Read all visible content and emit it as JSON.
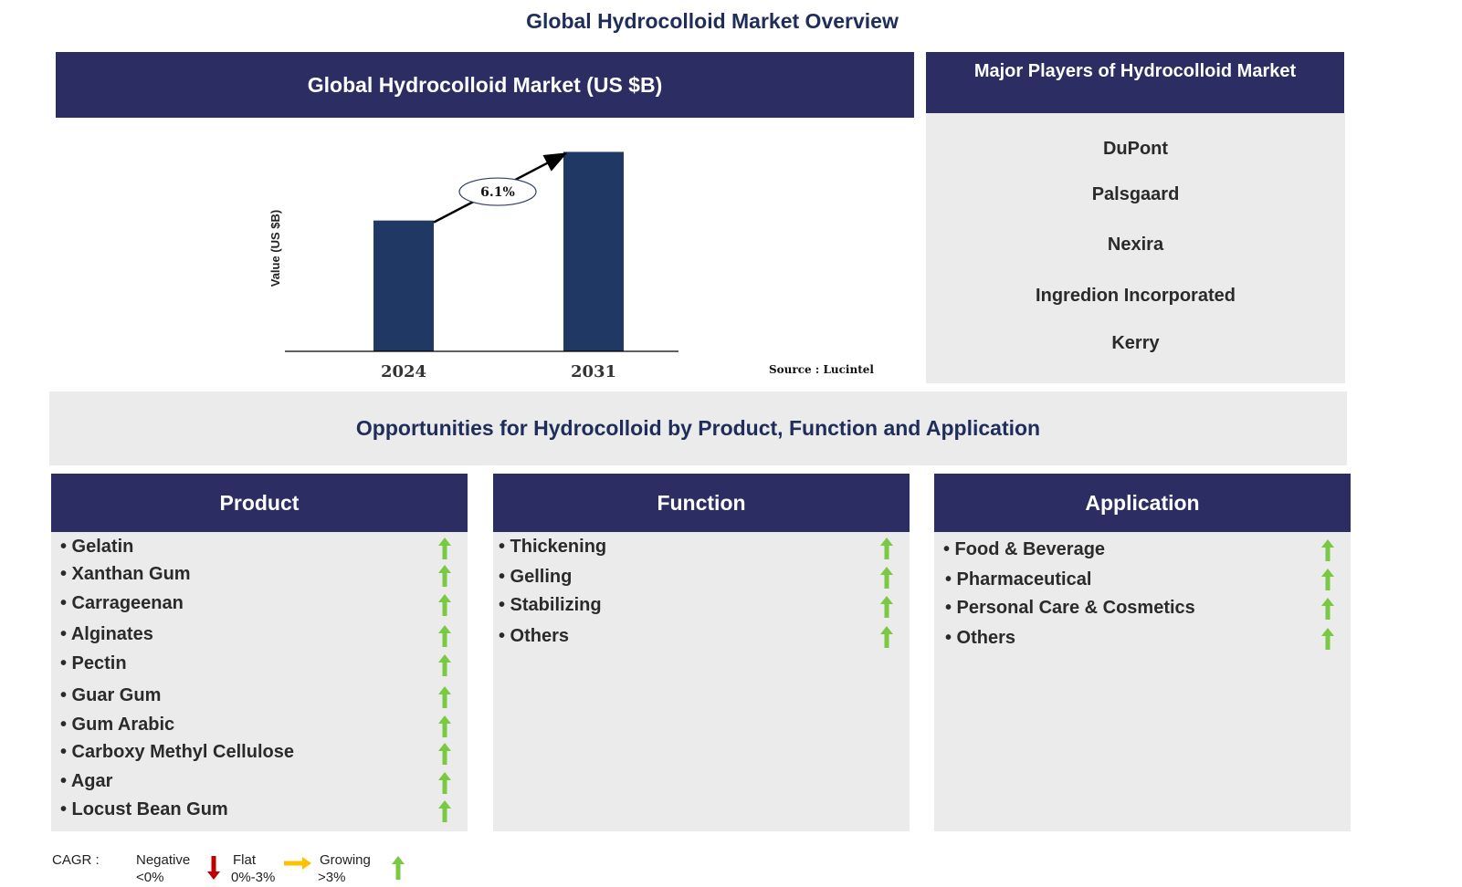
{
  "title": "Global Hydrocolloid Market Overview",
  "market_header": "Global Hydrocolloid Market (US $B)",
  "chart_data": {
    "type": "bar",
    "categories": [
      "2024",
      "2031"
    ],
    "values": [
      6.1,
      9.3
    ],
    "ylabel": "Value (US $B)",
    "ylim": [
      0,
      10
    ],
    "cagr_label": "6.1%",
    "color": "#1f3864",
    "grid": false
  },
  "source": "Source : Lucintel",
  "players": {
    "header": "Major Players of Hydrocolloid Market",
    "items": [
      "DuPont",
      "Palsgaard",
      "Nexira",
      "Ingredion Incorporated",
      "Kerry"
    ]
  },
  "opportunities_title": "Opportunities for Hydrocolloid by Product, Function and Application",
  "columns": [
    {
      "header": "Product",
      "items": [
        "• Gelatin",
        "• Xanthan Gum",
        "• Carrageenan",
        "• Alginates",
        "• Pectin",
        "• Guar Gum",
        "• Gum Arabic",
        "• Carboxy Methyl Cellulose",
        "• Agar",
        "• Locust Bean Gum"
      ]
    },
    {
      "header": "Function",
      "items": [
        "• Thickening",
        "• Gelling",
        "• Stabilizing",
        "• Others"
      ]
    },
    {
      "header": "Application",
      "items": [
        "• Food & Beverage",
        "• Pharmaceutical",
        "• Personal Care & Cosmetics",
        "• Others"
      ]
    }
  ],
  "legend": {
    "cagr": "CAGR :",
    "negative": "Negative",
    "negative_range": "<0%",
    "flat": "Flat",
    "flat_range": "0%-3%",
    "growing": "Growing",
    "growing_range": ">3%"
  },
  "colors": {
    "navy": "#2b2d63",
    "bar": "#1f3864",
    "up": "#7ac943",
    "down": "#c00000",
    "flat": "#ffc000",
    "panel": "#ebebeb"
  }
}
